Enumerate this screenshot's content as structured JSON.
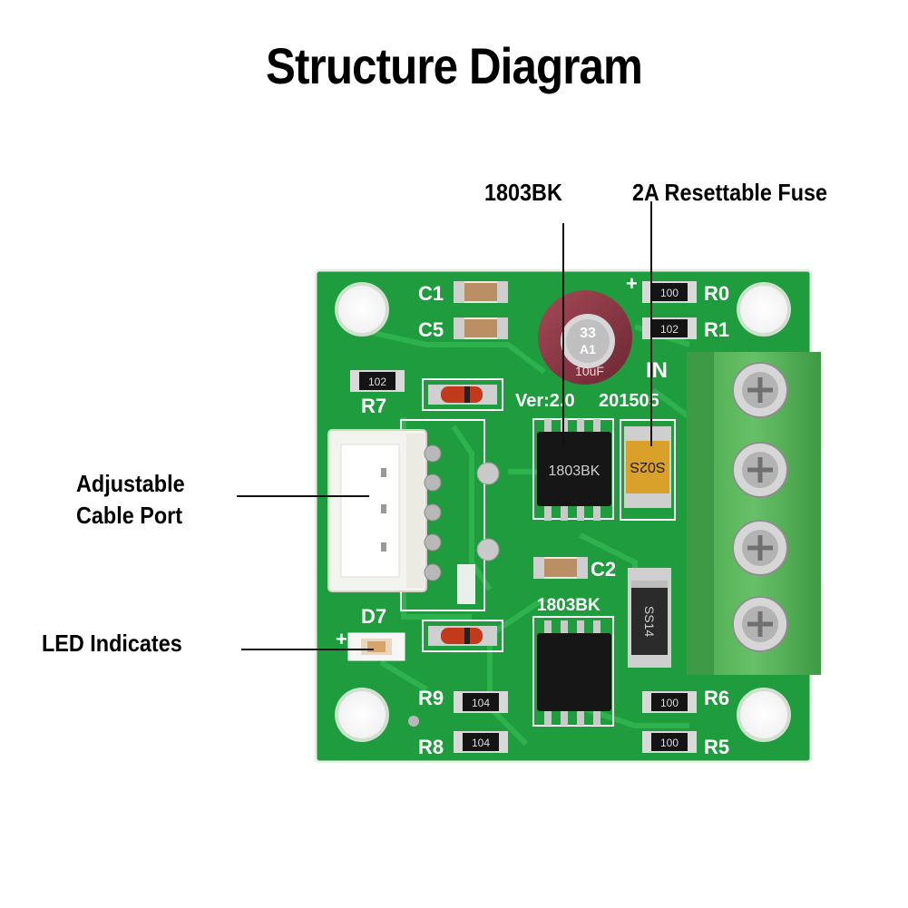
{
  "title": "Structure Diagram",
  "callouts": {
    "chip": "1803BK",
    "fuse": "2A Resettable Fuse",
    "cable_port_line1": "Adjustable",
    "cable_port_line2": "Cable Port",
    "led": "LED Indicates"
  },
  "board": {
    "silkscreen": {
      "c1": "C1",
      "c5": "C5",
      "r0": "R0",
      "r1": "R1",
      "r7": "R7",
      "c2": "C2",
      "d7": "D7",
      "r9": "R9",
      "r8": "R8",
      "r6": "R6",
      "r5": "R5",
      "version": "Ver:2.0",
      "date": "201505",
      "in": "IN",
      "plus_top": "+",
      "plus_led": "+",
      "chip_mark_bottom": "1803BK"
    },
    "component_marks": {
      "ic_top": "1803BK",
      "fuse": "S02S",
      "diode": "SS14",
      "r0": "100",
      "r1": "102",
      "r7": "102",
      "r9": "104",
      "r8": "104",
      "r6": "100",
      "r5": "100",
      "cap_top": "33",
      "cap_mid": "A1",
      "cap_bottom": "10uF"
    }
  },
  "colors": {
    "pcb": "#1f9d3e",
    "pcb_trace": "#2db34d",
    "terminal": "#5cb85c",
    "text": "#000000"
  }
}
